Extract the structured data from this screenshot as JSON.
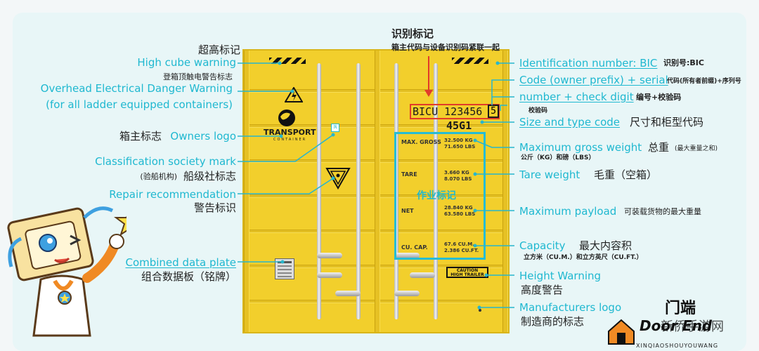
{
  "title": {
    "main": "识别标记",
    "sub": "箱主代码与设备识别码紧联一起"
  },
  "left_labels": {
    "high_cube_cn": "超高标记",
    "high_cube_en": "High cube warning",
    "overhead_cn": "登箱顶触电警告标志",
    "overhead_en1": "Overhead Electrical Danger Warning",
    "overhead_en2": "(for all ladder equipped containers)",
    "owners_cn": "箱主标志",
    "owners_en": "Owners logo",
    "class_en": "Classification society mark",
    "class_cn_small": "(验船机构)",
    "class_cn": "船级社标志",
    "repair_en": "Repair recommendation",
    "repair_cn": "警告标识",
    "plate_en": "Combined data plate",
    "plate_cn": "组合数据板（铭牌）"
  },
  "right_labels": {
    "ident_en": "Identification number: BIC",
    "ident_cn": "识别号:BIC",
    "code_en": "Code (owner prefix) + serial",
    "code_cn": "代码(所有者前缀)+序列号",
    "number_en": "number + check digit",
    "number_cn": "编号+校验码",
    "check_cn": "校验码",
    "size_en": "Size and type code",
    "size_cn": "尺寸和柜型代码",
    "gross_en": "Maximum gross weight",
    "gross_cn": "总重",
    "gross_cn_small": "(最大重量之和)",
    "gross_unit": "公斤（KG）和磅（LBS）",
    "tare_en": "Tare weight",
    "tare_cn": "毛重（空箱）",
    "payload_en": "Maximum payload",
    "payload_cn": "可装载货物的最大重量",
    "capacity_en": "Capacity",
    "capacity_cn": "最大内容积",
    "capacity_unit": "立方米（CU.M.）和立方英尺（CU.FT.）",
    "height_en": "Height Warning",
    "height_cn": "高度警告",
    "mfr_en": "Manufacturers logo",
    "mfr_cn": "制造商的标志"
  },
  "container": {
    "bic_code": "BICU 123456",
    "check_digit": "5",
    "size_code": "45G1",
    "brand": "TRANSPORT",
    "brand_sub": "CONTAINER",
    "work_label": "作业标记",
    "caution_line1": "CAUTION",
    "caution_line2": "HIGH TRAILER",
    "plate": {
      "max_gross": "MAX. GROSS",
      "max_gross_v1": "32.500 KG",
      "max_gross_v2": "71.650 LBS",
      "tare": "TARE",
      "tare_v1": "3.660 KG",
      "tare_v2": "8.070 LBS",
      "net": "NET",
      "net_v1": "28.840 KG",
      "net_v2": "63.580 LBS",
      "cap": "CU. CAP.",
      "cap_v1": "67.6 CU.M.",
      "cap_v2": "2.386 CU.FT."
    }
  },
  "watermark": {
    "cn": "门端",
    "en": "Door End",
    "site_cn": "新侨手游网",
    "site": "XINQIAOSHOUYOUWANG"
  },
  "colors": {
    "accent": "#1fb8d0",
    "container": "#f2cf2c",
    "red": "#e23b2a"
  }
}
